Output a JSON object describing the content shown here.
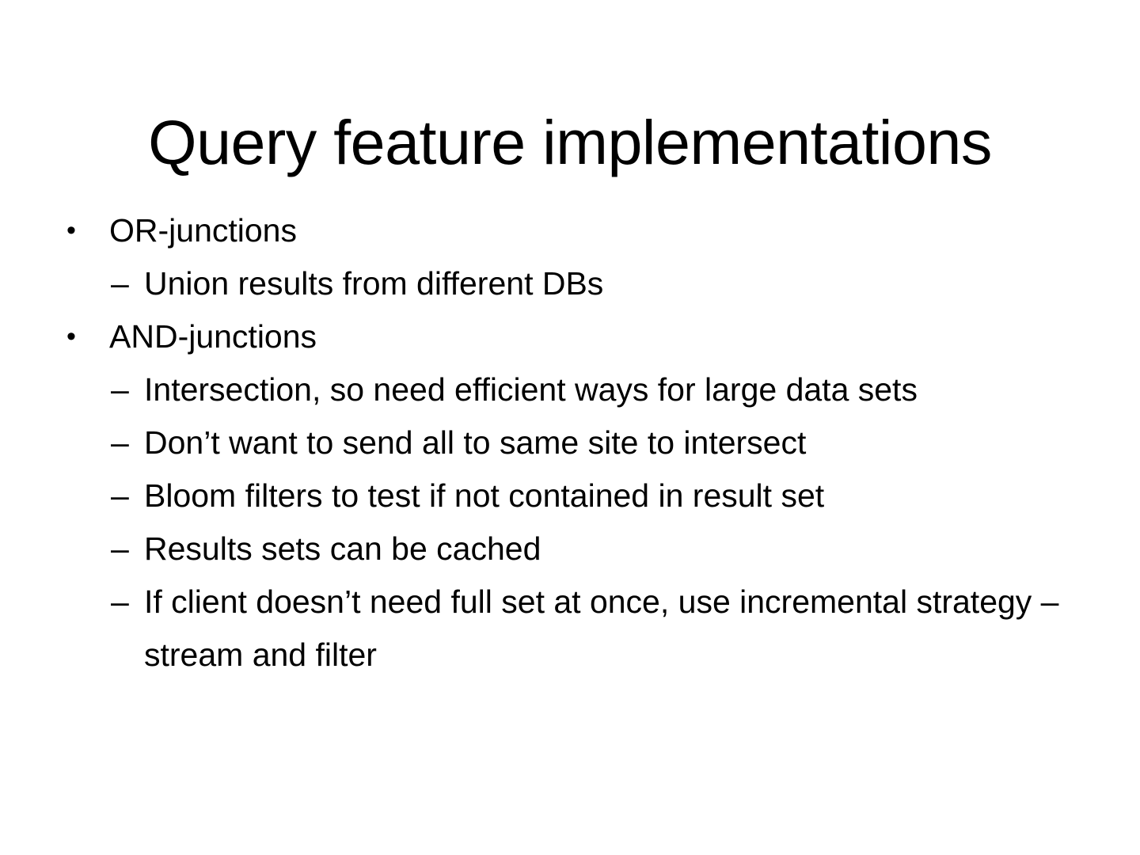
{
  "slide": {
    "title": "Query feature implementations",
    "background_color": "#ffffff",
    "text_color": "#000000",
    "bullets": [
      {
        "level": 1,
        "marker": "•",
        "text": "OR-junctions"
      },
      {
        "level": 2,
        "marker": "–",
        "text": "Union results from different DBs"
      },
      {
        "level": 1,
        "marker": "•",
        "text": "AND-junctions"
      },
      {
        "level": 2,
        "marker": "–",
        "text": "Intersection, so need efficient ways for large data sets"
      },
      {
        "level": 2,
        "marker": "–",
        "text": "Don’t want to send all to same site to intersect"
      },
      {
        "level": 2,
        "marker": "–",
        "text": "Bloom filters to test if not contained in result set"
      },
      {
        "level": 2,
        "marker": "–",
        "text": "Results sets can be cached"
      },
      {
        "level": 2,
        "marker": "–",
        "text": "If client doesn’t need full set at once, use incremental strategy – stream and filter"
      }
    ]
  }
}
